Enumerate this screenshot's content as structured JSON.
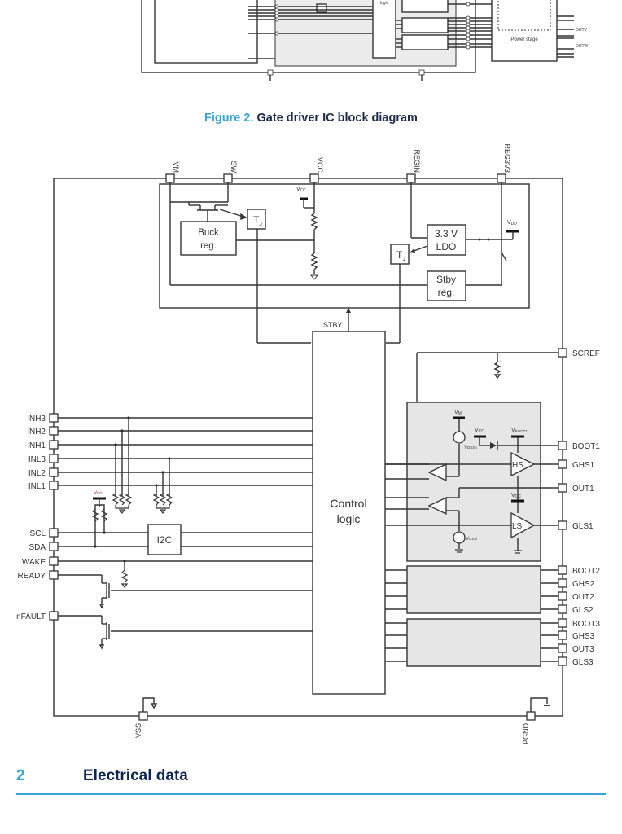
{
  "top_figure": {
    "blocks": [
      "logic",
      "Power stage"
    ],
    "labels": [
      "OUTV",
      "OUTW"
    ]
  },
  "caption": {
    "figure_number": "Figure 2.",
    "title": "Gate driver IC block diagram"
  },
  "diagram": {
    "top_pins": [
      "VM",
      "SW",
      "VCC",
      "REGIN",
      "REG3V3"
    ],
    "bottom_pins": [
      "VSS",
      "PGND"
    ],
    "left_pins": [
      "INH3",
      "INH2",
      "INH1",
      "INL3",
      "INL2",
      "INL1",
      "SCL",
      "SDA",
      "WAKE",
      "READY",
      "nFAULT"
    ],
    "right_pins": [
      "SCREF",
      "BOOT1",
      "GHS1",
      "OUT1",
      "GLS1",
      "BOOT2",
      "GHS2",
      "OUT2",
      "GLS2",
      "BOOT3",
      "GHS3",
      "OUT3",
      "GLS3"
    ],
    "blocks": {
      "buck": "Buck",
      "buck2": "reg.",
      "ldo": "3.3 V",
      "ldo2": "LDO",
      "stby": "Stby",
      "stby2": "reg.",
      "tj": "T",
      "tj_sub": "J",
      "control": "Control",
      "control2": "logic",
      "i2c": "I2C",
      "hs": "HS",
      "ls": "LS",
      "stby_signal": "STBY"
    },
    "supply_labels": {
      "vcc": "V",
      "vcc_sub": "CC",
      "vdd": "V",
      "vdd_sub": "DD",
      "vm": "V",
      "vm_sub": "M",
      "vboot": "V",
      "vboot_sub": "BOOT1",
      "vdssh": "V",
      "vdssh_sub": "DSSh",
      "vdssl_sub": "DSSl"
    }
  },
  "section": {
    "number": "2",
    "title": "Electrical data"
  }
}
